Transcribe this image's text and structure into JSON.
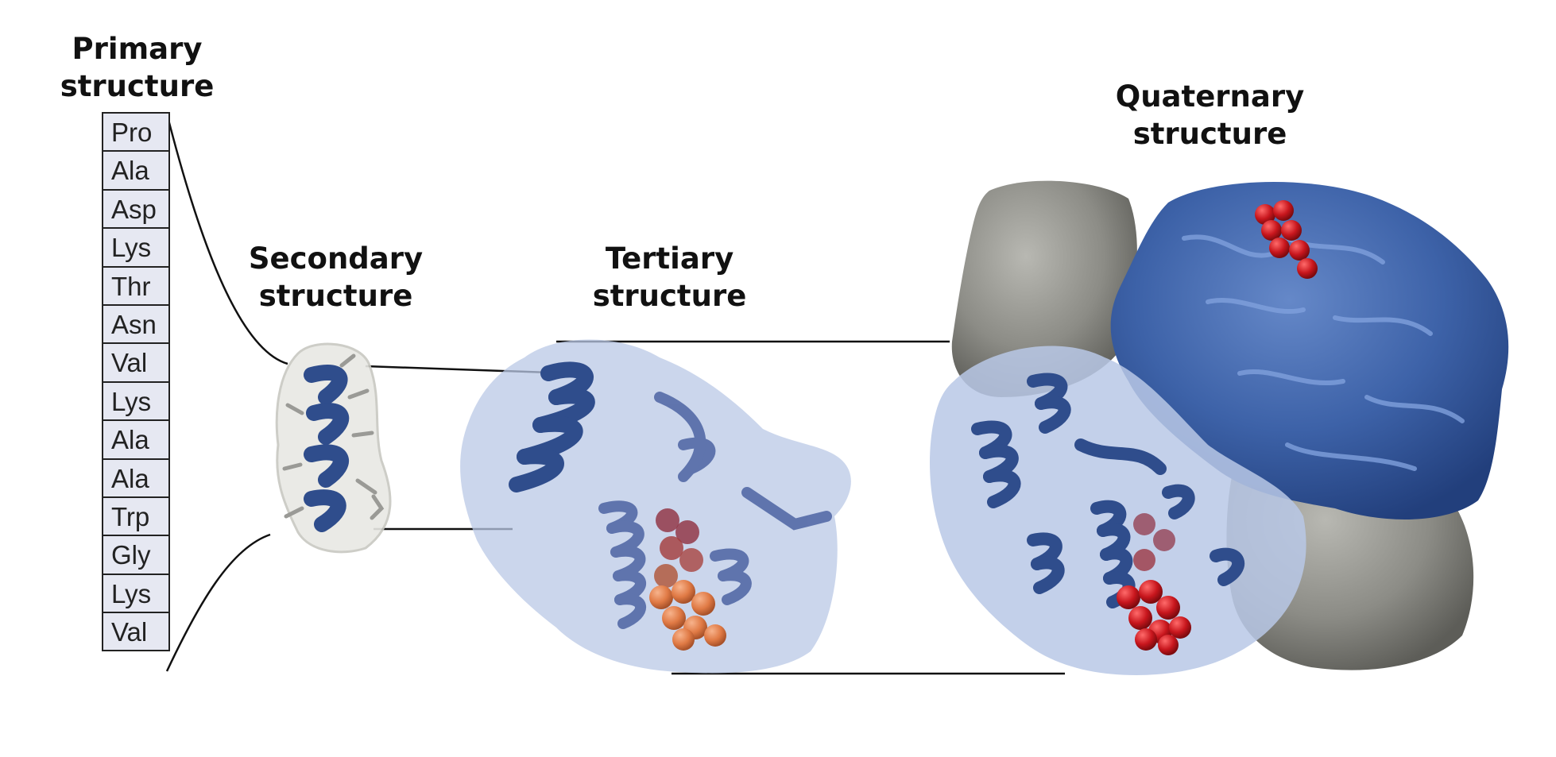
{
  "headings": {
    "primary": [
      "Primary",
      "structure"
    ],
    "secondary": [
      "Secondary",
      "structure"
    ],
    "tertiary": [
      "Tertiary",
      "structure"
    ],
    "quaternary": [
      "Quaternary",
      "structure"
    ]
  },
  "primary_sequence": [
    "Pro",
    "Ala",
    "Asp",
    "Lys",
    "Thr",
    "Asn",
    "Val",
    "Lys",
    "Ala",
    "Ala",
    "Trp",
    "Gly",
    "Lys",
    "Val"
  ],
  "colors": {
    "helix_blue": "#2f4d8c",
    "surface_blue": "#3d62a8",
    "translucent_surface": "#b9c8e6",
    "subunit_gray": "#8a8a85",
    "heme_red": "#c8161d",
    "heme_orange": "#e07a45",
    "sequence_box": "#e6e8f2",
    "connector_line": "#111111"
  },
  "icons": [
    "alpha-helix-graphic",
    "tertiary-fold-graphic",
    "quaternary-complex-graphic",
    "heme-spheres"
  ]
}
